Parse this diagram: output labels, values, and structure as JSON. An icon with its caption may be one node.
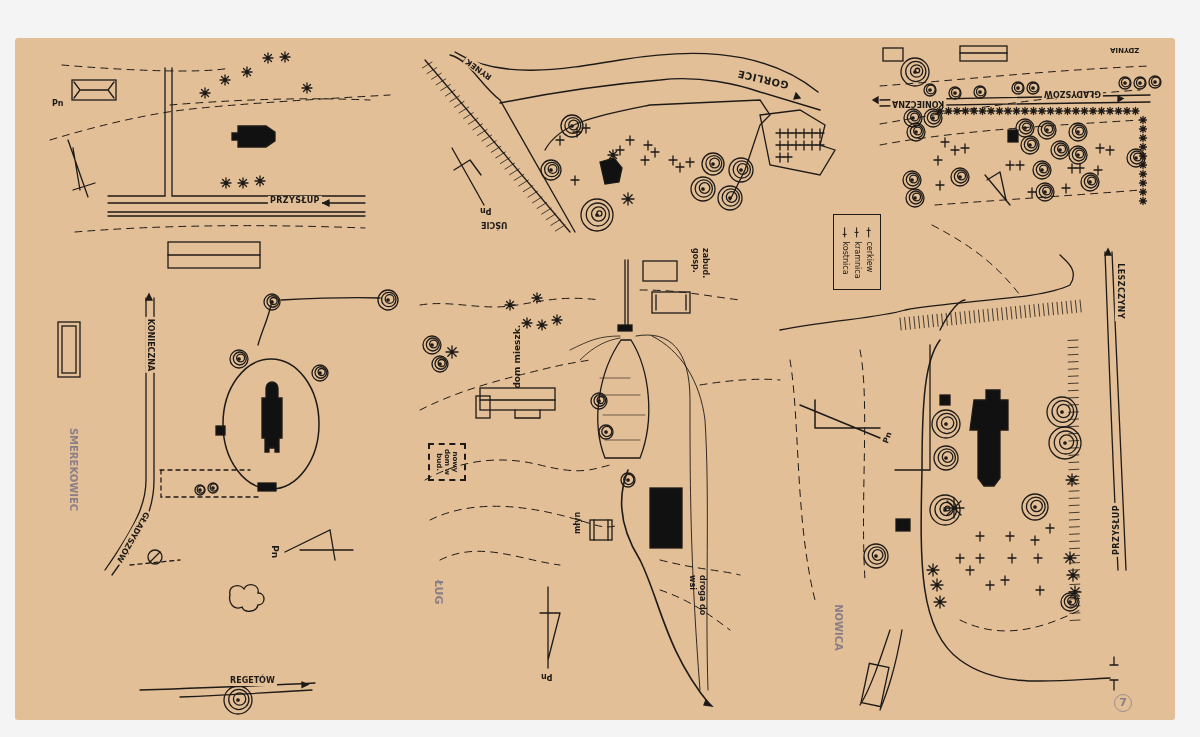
{
  "diagram": {
    "nodes": [
      {
        "text": [
          "nowy dom w bud."
        ]
      }
    ],
    "labels": [
      "Pn",
      "PRZYSŁUP",
      "RYNEK",
      "GORLICE",
      "Pn",
      "UŚCIE",
      "ZDYNIA",
      "KONIECZNA",
      "GŁADYSZÓW",
      "KONIECZNA",
      "SMEREKOWIEC",
      "GŁADYSZÓW",
      "Pn",
      "REGETÓW",
      "zabud. gosp.",
      "dom mieszk.",
      "młyn",
      "ŁUG",
      "droga do wsi",
      "Pn",
      "LESZCZYNY",
      "Pn",
      "PRZYSŁUP",
      "NOWICA",
      "7"
    ],
    "legend": [
      {
        "text": "cerkiew"
      },
      {
        "text": "kramnica"
      },
      {
        "text": "kostnica"
      }
    ]
  }
}
